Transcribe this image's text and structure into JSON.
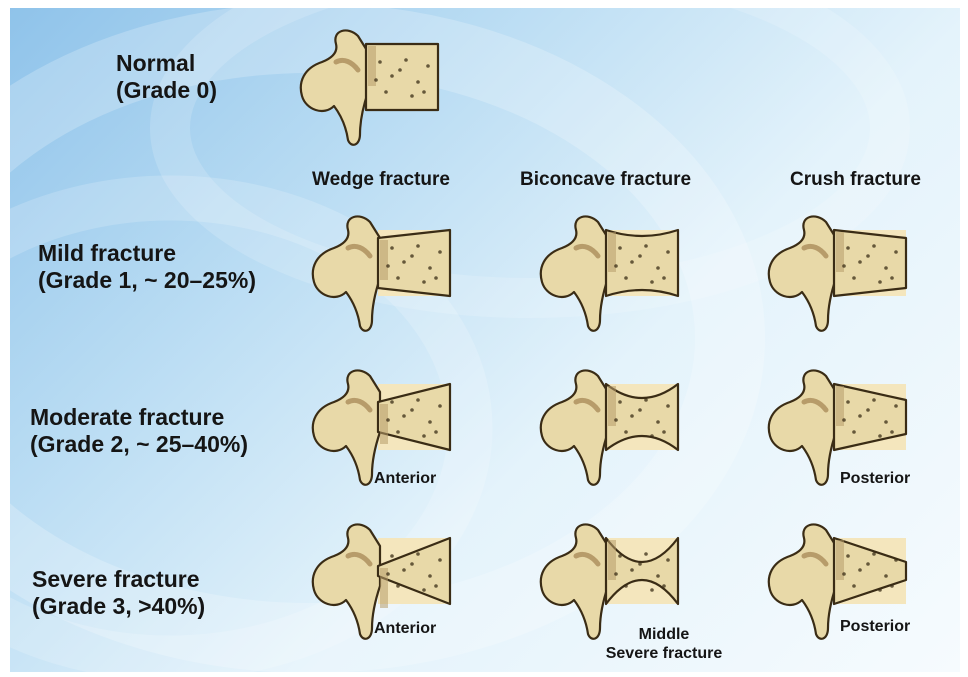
{
  "rows": {
    "normal": {
      "title": "Normal",
      "grade": "(Grade 0)"
    },
    "mild": {
      "title": "Mild fracture",
      "grade": "(Grade 1,  ~ 20–25%)"
    },
    "moderate": {
      "title": "Moderate fracture",
      "grade": "(Grade 2, ~ 25–40%)"
    },
    "severe": {
      "title": "Severe fracture",
      "grade": "(Grade 3, >40%)"
    }
  },
  "columns": {
    "wedge": "Wedge fracture",
    "biconcave": "Biconcave fracture",
    "crush": "Crush fracture"
  },
  "annotations": {
    "anterior": "Anterior",
    "posterior": "Posterior",
    "middle": "Middle",
    "severe_fracture": "Severe fracture"
  },
  "colors": {
    "bone": "#e8d9a8",
    "bone_shadow": "#b79c6a",
    "outline": "#3a2c15",
    "lost_height": "#f4e6bd",
    "background_blue": "#8fc3ea"
  }
}
